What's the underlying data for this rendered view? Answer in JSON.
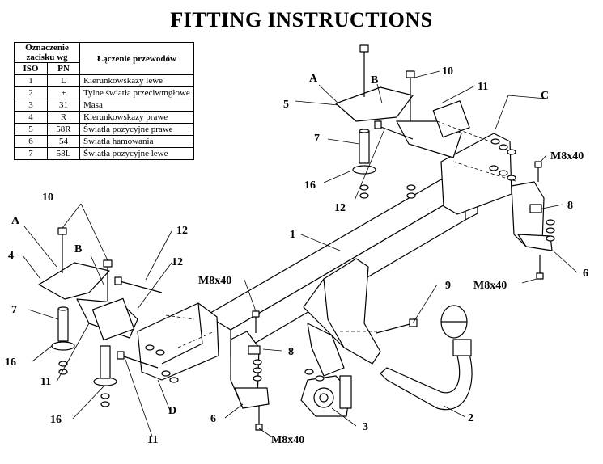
{
  "title": "FITTING INSTRUCTIONS",
  "wiring_table": {
    "header_group": "Oznaczenie zacisku wg",
    "header_iso": "ISO",
    "header_pn": "PN",
    "header_desc": "Łączenie przewodów",
    "rows": [
      {
        "iso": "1",
        "pn": "L",
        "desc": "Kierunkowskazy lewe"
      },
      {
        "iso": "2",
        "pn": "+",
        "desc": "Tylne światła przeciwmgłowe"
      },
      {
        "iso": "3",
        "pn": "31",
        "desc": "Masa"
      },
      {
        "iso": "4",
        "pn": "R",
        "desc": "Kierunkowskazy prawe"
      },
      {
        "iso": "5",
        "pn": "58R",
        "desc": "Światła pozycyjne prawe"
      },
      {
        "iso": "6",
        "pn": "54",
        "desc": "Światła hamowania"
      },
      {
        "iso": "7",
        "pn": "58L",
        "desc": "Światła pozycyjne lewe"
      }
    ]
  },
  "callouts": {
    "a": "A",
    "b": "B",
    "c": "C",
    "d": "D",
    "n1": "1",
    "n2": "2",
    "n3": "3",
    "n4": "4",
    "n5": "5",
    "n6": "6",
    "n7": "7",
    "n8": "8",
    "n9": "9",
    "n10": "10",
    "n11": "11",
    "n12": "12",
    "n16": "16",
    "bolt": "M8x40"
  },
  "colors": {
    "ink": "#000000",
    "paper": "#ffffff"
  }
}
